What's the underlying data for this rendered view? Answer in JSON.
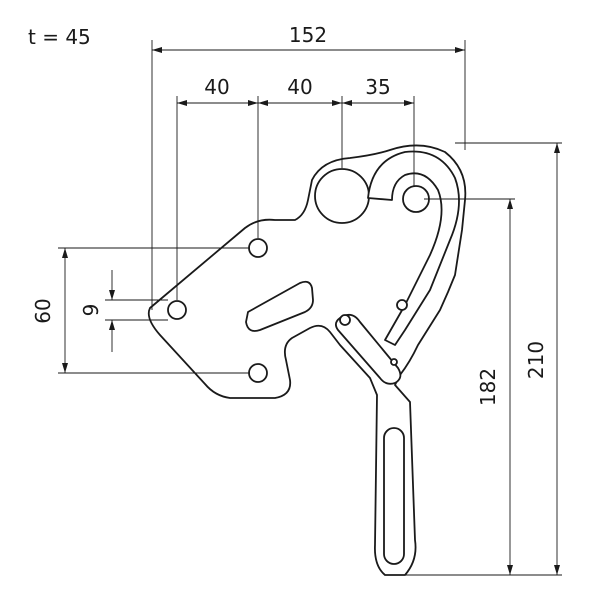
{
  "thickness_label": "t = 45",
  "dimensions": {
    "overall_width": "152",
    "hole_spacing_1": "40",
    "hole_spacing_2": "40",
    "hole_spacing_3": "35",
    "vertical_hole_span": "60",
    "hole_offset": "9",
    "height_to_hole": "182",
    "overall_height": "210"
  }
}
